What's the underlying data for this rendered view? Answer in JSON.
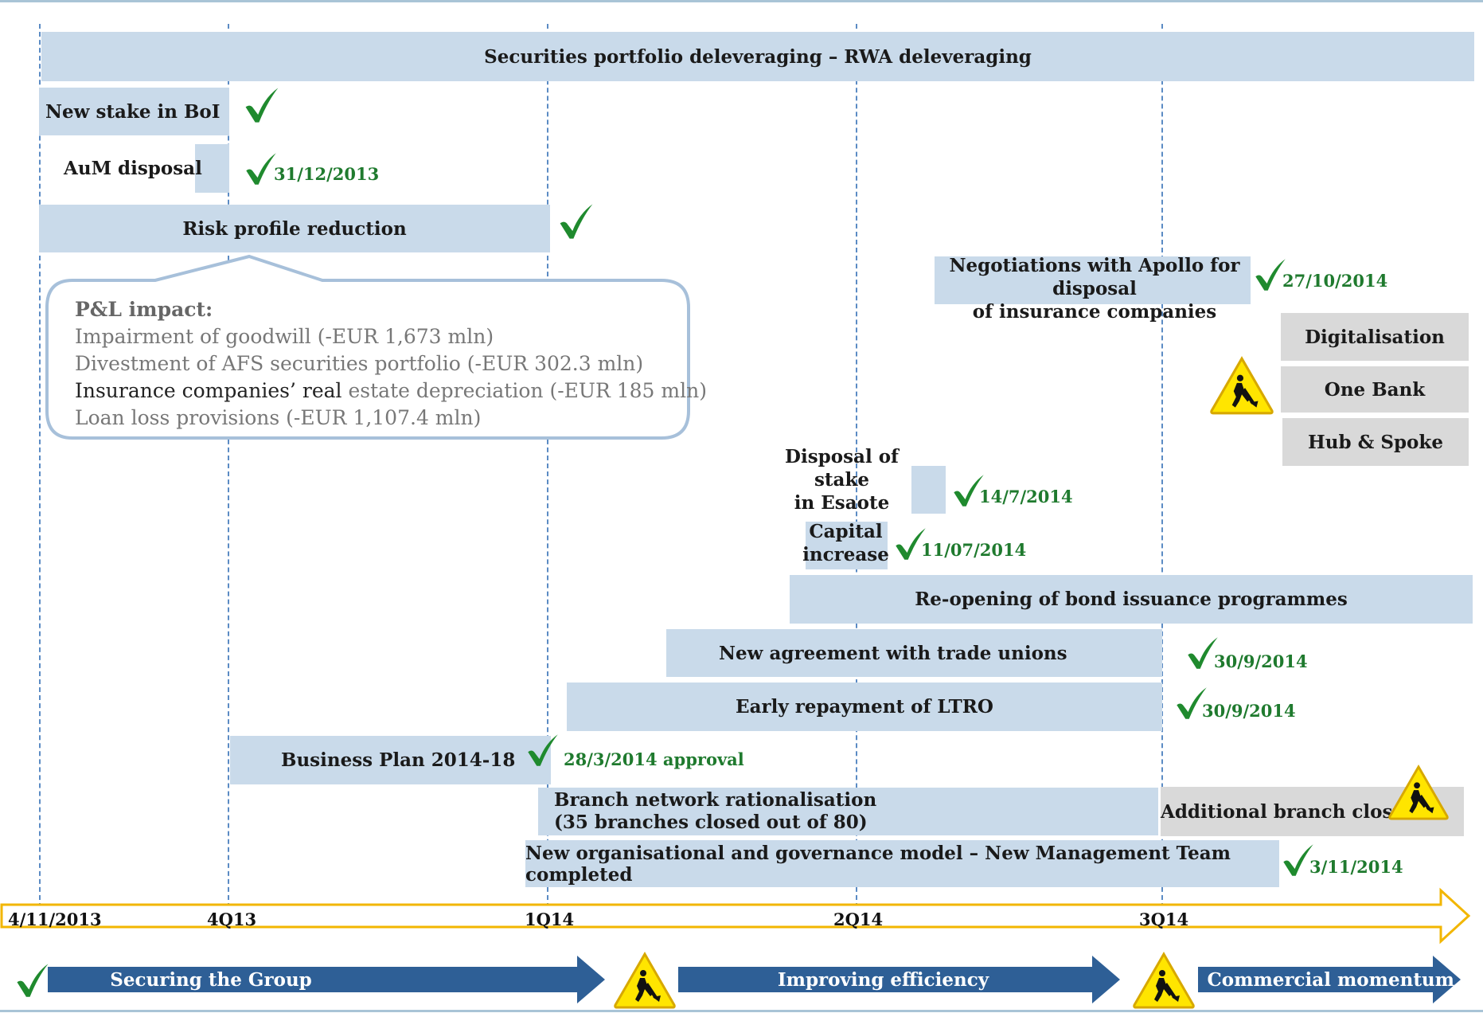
{
  "bars": {
    "securities": "Securities portfolio deleveraging  – RWA deleveraging",
    "bo": "New stake in BoI",
    "aum": "AuM disposal",
    "risk": "Risk profile reduction",
    "apollo_l1": "Negotiations with Apollo for disposal",
    "apollo_l2": "of insurance companies",
    "digital": "Digitalisation",
    "onebank": "One Bank",
    "hub": "Hub & Spoke",
    "esaote_l1": "Disposal of stake",
    "esaote_l2": "in Esaote",
    "capital_l1": "Capital",
    "capital_l2": "increase",
    "bond": "Re-opening of bond issuance programmes",
    "unions": "New agreement with trade unions",
    "ltro": "Early repayment of LTRO",
    "bp": "Business Plan 2014-18",
    "branch_l1": "Branch network rationalisation",
    "branch_l2": "(35 branches closed out of  80)",
    "additional": "Additional branch closures",
    "governance": "New organisational and governance model – New Management Team completed"
  },
  "dates": {
    "aum": "31/12/2013",
    "apollo": "27/10/2014",
    "esaote": "14/7/2014",
    "capital": "11/07/2014",
    "unions": "30/9/2014",
    "ltro": "30/9/2014",
    "bp": "28/3/2014 approval",
    "governance": "3/11/2014"
  },
  "callout": {
    "title": "P&L impact:",
    "line1": "Impairment of goodwill (-EUR 1,673 mln)",
    "line2": "Divestment of AFS securities portfolio (-EUR 302.3 mln)",
    "line3_dark": "Insurance companies’ real",
    "line3_light": " estate depreciation (-EUR 185 mln)",
    "line4": "Loan loss provisions (-EUR 1,107.4 mln)"
  },
  "axis": [
    "4/11/2013",
    "4Q13",
    "1Q14",
    "2Q14",
    "3Q14"
  ],
  "phases": [
    "Securing the Group",
    "Improving efficiency",
    "Commercial momentum"
  ],
  "colors": {
    "bar": "#c9daea",
    "grey_bar": "#d9d9d9",
    "check": "#1f8a2e",
    "date_text": "#1f7a2e",
    "phase_arrow": "#2e5f96",
    "timeline_arrow": "#f2b600",
    "warning": "#ffe500"
  },
  "icons": [
    "check-icon",
    "construction-warning-icon"
  ]
}
